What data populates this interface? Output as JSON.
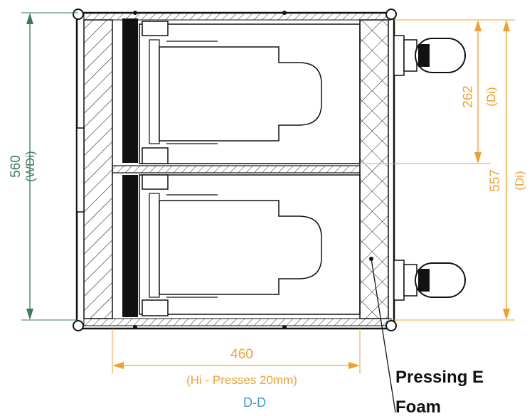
{
  "dimensions": {
    "width_outer": {
      "value": "560",
      "note": "(WDi)"
    },
    "depth_inner_top": {
      "value": "262",
      "note": "(Di)"
    },
    "depth_inner_total": {
      "value": "557",
      "note": "(Di)"
    },
    "height": {
      "value": "460",
      "note": "(Hi - Presses 20mm)"
    }
  },
  "section_label": "D-D",
  "callout": {
    "line1": "Pressing E",
    "line2": "Foam"
  },
  "colors": {
    "green": "#3c7a5a",
    "orange": "#f0a030",
    "blue": "#3aa0c8",
    "black": "#111111"
  }
}
